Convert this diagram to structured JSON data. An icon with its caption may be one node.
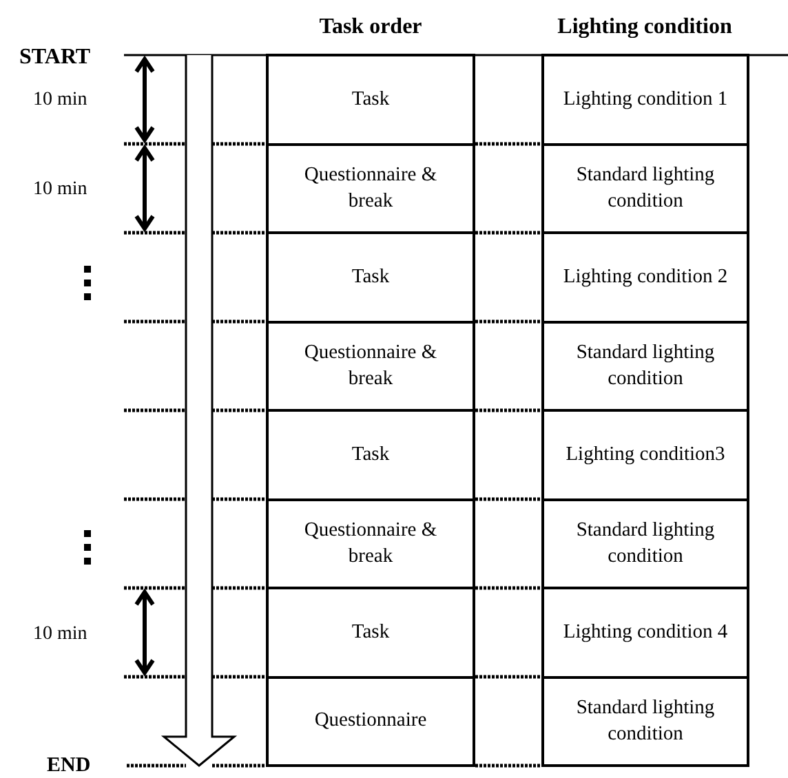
{
  "diagram": {
    "nodes": [
      {
        "text": [
          "Task"
        ]
      },
      {
        "text": [
          "Lighting condition 1"
        ]
      },
      {
        "text": [
          "Questionnaire & break"
        ]
      },
      {
        "text": [
          "Standard lighting condition"
        ]
      },
      {
        "text": [
          "Task"
        ]
      },
      {
        "text": [
          "Lighting condition 2"
        ]
      },
      {
        "text": [
          "Questionnaire & break"
        ]
      },
      {
        "text": [
          "Standard lighting condition"
        ]
      },
      {
        "text": [
          "Task"
        ]
      },
      {
        "text": [
          "Lighting condition3"
        ]
      },
      {
        "text": [
          "Questionnaire & break"
        ]
      },
      {
        "text": [
          "Standard lighting condition"
        ]
      },
      {
        "text": [
          "Task"
        ]
      },
      {
        "text": [
          "Lighting condition 4"
        ]
      },
      {
        "text": [
          "Questionnaire"
        ]
      },
      {
        "text": [
          "Standard lighting condition"
        ]
      }
    ],
    "labels": [
      "Task order",
      "Lighting condition",
      "START",
      "10 min",
      "10 min",
      "10 min",
      "END"
    ]
  }
}
